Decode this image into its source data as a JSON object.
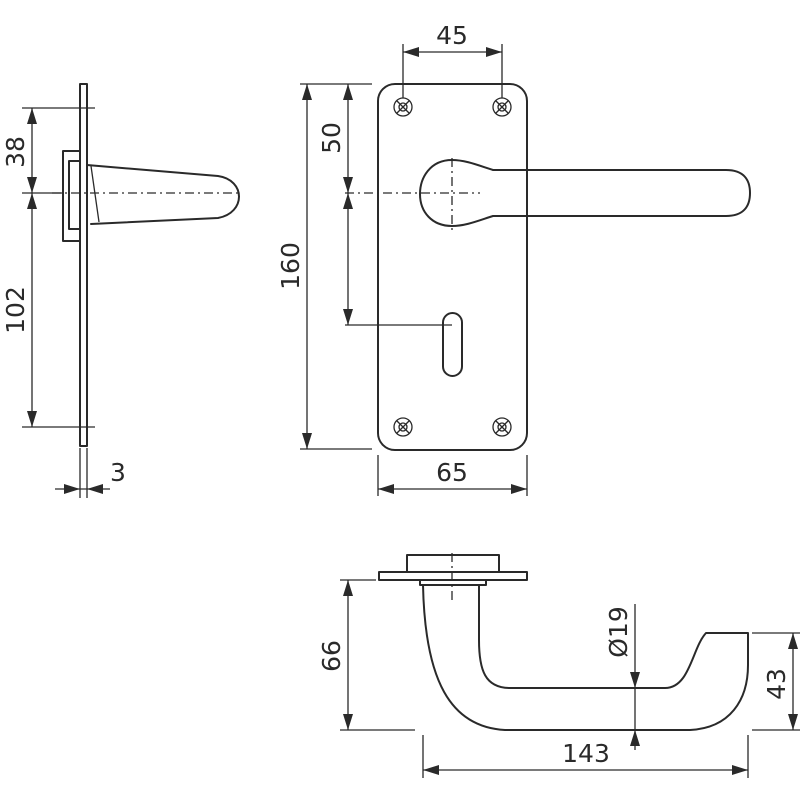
{
  "dimensions": {
    "side_top": "38",
    "side_bottom": "102",
    "plate_thickness": "3",
    "backplate_total_height": "160",
    "lever_to_keyhole": "50",
    "screw_spacing": "45",
    "backplate_width": "65",
    "handle_height": "66",
    "lever_diameter": "Ø19",
    "lever_tip_height": "43",
    "lever_length": "143"
  }
}
